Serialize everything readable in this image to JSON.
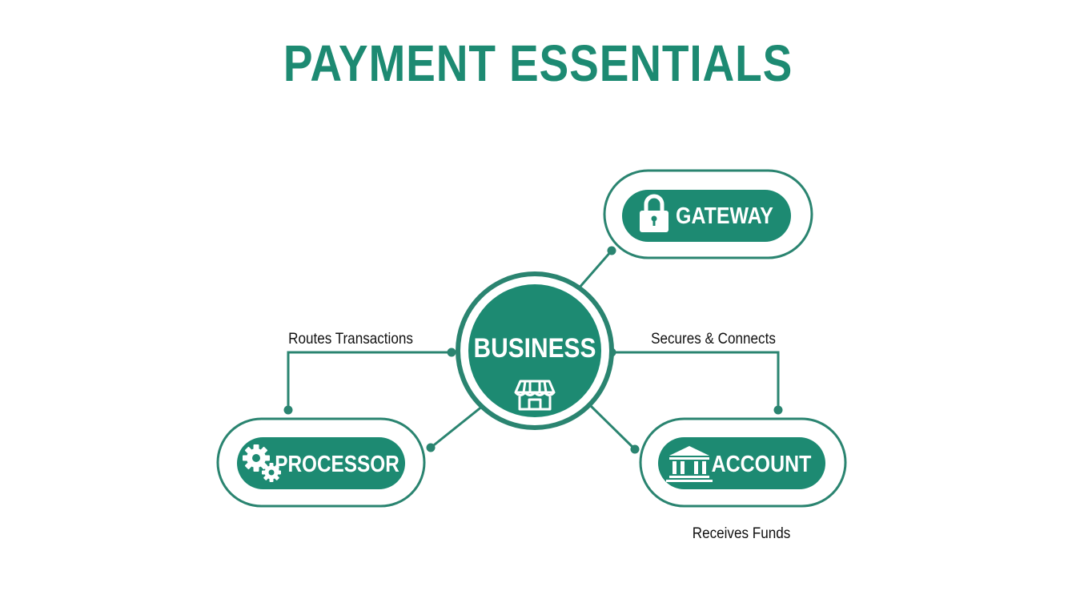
{
  "title": "PAYMENT ESSENTIALS",
  "colors": {
    "primary": "#1d8a72",
    "outline": "#2a8470",
    "text_dark": "#111111",
    "background": "#ffffff"
  },
  "center_node": {
    "label": "BUSINESS",
    "icon": "storefront-icon"
  },
  "nodes": {
    "gateway": {
      "label": "GATEWAY",
      "icon": "padlock-icon"
    },
    "processor": {
      "label": "PROCESSOR",
      "icon": "gears-icon"
    },
    "account": {
      "label": "ACCOUNT",
      "icon": "bank-icon"
    }
  },
  "connection_labels": {
    "processor": "Routes Transactions",
    "gateway": "Secures & Connects",
    "account": "Receives Funds"
  }
}
